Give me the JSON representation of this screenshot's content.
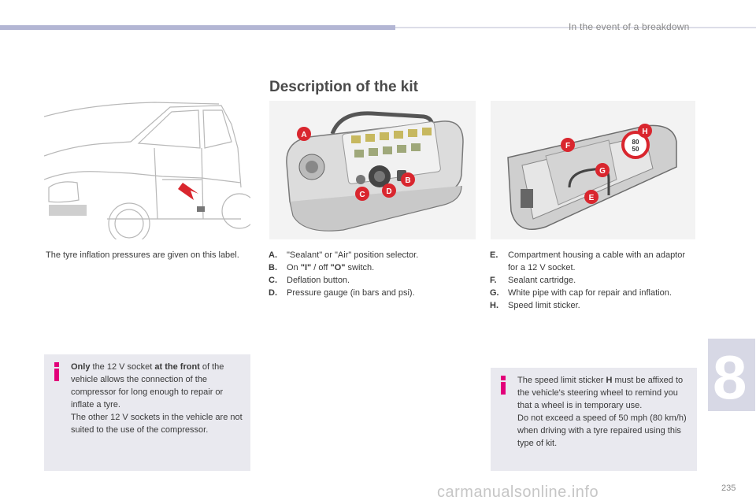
{
  "header": {
    "chapter_title": "In the event of a breakdown",
    "chapter_number": "8",
    "page_number": "235"
  },
  "watermark": "carmanualsonline.info",
  "section": {
    "title": "Description of the kit"
  },
  "label_note": "The tyre inflation pressures are given on this label.",
  "images": {
    "kit_callouts_left": [
      "A",
      "B",
      "C",
      "D"
    ],
    "kit_callouts_right": [
      "E",
      "F",
      "G",
      "H"
    ],
    "sticker_top": "80",
    "sticker_bottom": "50"
  },
  "components_left": [
    {
      "letter": "A.",
      "text": "\"Sealant\" or \"Air\" position selector."
    },
    {
      "letter": "B.",
      "pre": "On ",
      "b1": "\"I\"",
      "mid": " / off ",
      "b2": "\"O\"",
      "post": " switch."
    },
    {
      "letter": "C.",
      "text": "Deflation button."
    },
    {
      "letter": "D.",
      "text": "Pressure gauge (in bars and psi)."
    }
  ],
  "components_right": [
    {
      "letter": "E.",
      "text": "Compartment housing a cable with an adaptor for a 12 V socket."
    },
    {
      "letter": "F.",
      "text": "Sealant cartridge."
    },
    {
      "letter": "G.",
      "text": "White pipe with cap for repair and inflation."
    },
    {
      "letter": "H.",
      "text": "Speed limit sticker."
    }
  ],
  "info_left": {
    "only": "Only",
    "p1": " the 12 V socket ",
    "front": "at the front",
    "p2": " of the vehicle allows the connection of the compressor for long enough to repair or inflate a tyre.",
    "p3": "The other 12 V sockets in the vehicle are not suited to the use of the compressor."
  },
  "info_right": {
    "p1": "The speed limit sticker ",
    "h": "H",
    "p2": " must be affixed to the vehicle's steering wheel to remind you that a wheel is in temporary use.",
    "p3": "Do not exceed a speed of 50 mph (80 km/h) when driving with a tyre repaired using this type of kit."
  },
  "colors": {
    "callout_red": "#d9262e",
    "info_icon": "#e2007a",
    "info_box_bg": "#e9e9ef",
    "header_bar": "#b3b6d4"
  }
}
